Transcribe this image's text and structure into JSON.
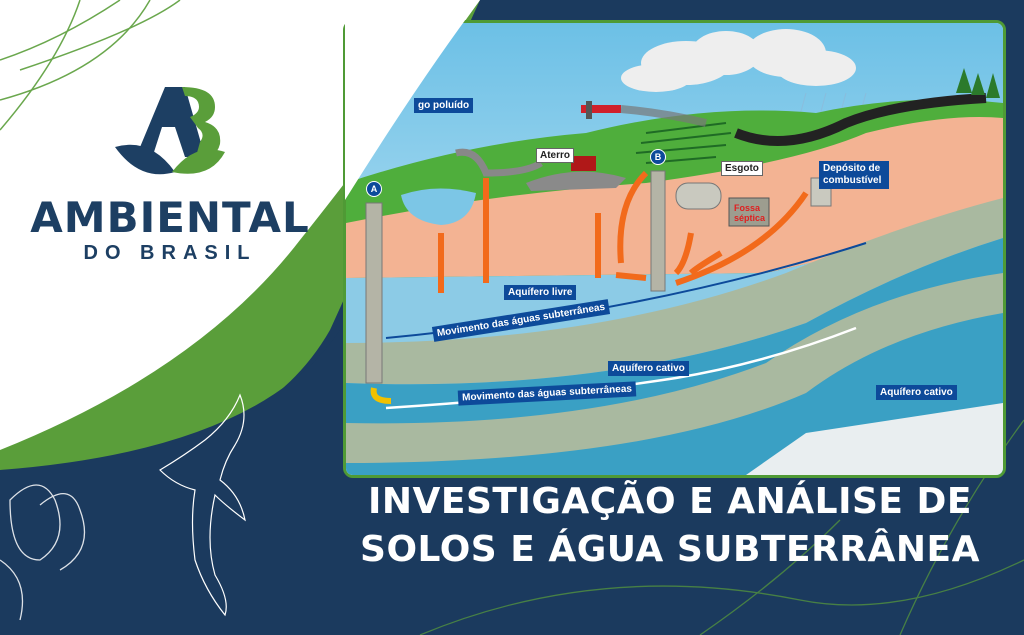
{
  "logo": {
    "monogram": "AB",
    "name": "AMBIENTAL",
    "subname": "DO BRASIL"
  },
  "diagram": {
    "labels": {
      "lake": "go poluído",
      "landfill": "Aterro",
      "sewer": "Esgoto",
      "septic": "Fossa séptica",
      "fuel": "Depósito de combustível",
      "free_aquifer": "Aquífero livre",
      "flow_upper": "Movimento das águas subterrâneas",
      "confined_1": "Aquífero cativo",
      "flow_lower": "Movimento das águas subterrâneas",
      "confined_2": "Aquífero cativo",
      "well_a": "A",
      "well_b": "B"
    }
  },
  "title": {
    "line1": "INVESTIGAÇÃO E ANÁLISE DE",
    "line2": "SOLOS E ÁGUA SUBTERRÂNEA"
  },
  "colors": {
    "navy": "#1b3a5e",
    "green": "#5a9e3a",
    "label_blue": "#0d4a9a"
  }
}
